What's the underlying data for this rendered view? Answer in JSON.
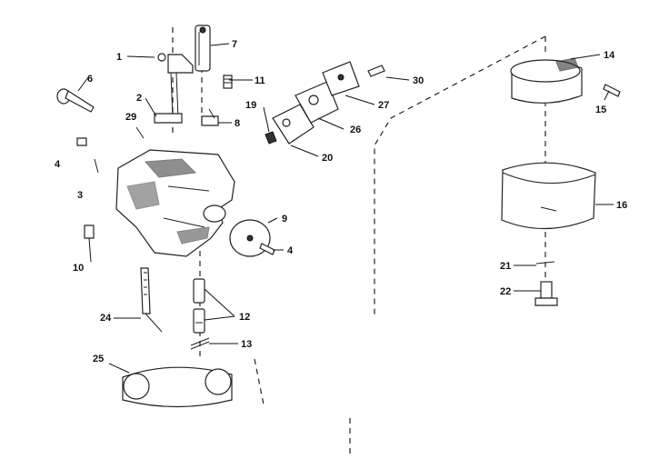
{
  "callouts": [
    {
      "id": "c1",
      "label": "1"
    },
    {
      "id": "c2",
      "label": "2"
    },
    {
      "id": "c3",
      "label": "3"
    },
    {
      "id": "c4a",
      "label": "4"
    },
    {
      "id": "c4b",
      "label": "4"
    },
    {
      "id": "c6",
      "label": "6"
    },
    {
      "id": "c7",
      "label": "7"
    },
    {
      "id": "c8",
      "label": "8"
    },
    {
      "id": "c9",
      "label": "9"
    },
    {
      "id": "c10",
      "label": "10"
    },
    {
      "id": "c11",
      "label": "11"
    },
    {
      "id": "c12",
      "label": "12"
    },
    {
      "id": "c13",
      "label": "13"
    },
    {
      "id": "c14",
      "label": "14"
    },
    {
      "id": "c15",
      "label": "15"
    },
    {
      "id": "c16",
      "label": "16"
    },
    {
      "id": "c19",
      "label": "19"
    },
    {
      "id": "c20",
      "label": "20"
    },
    {
      "id": "c21",
      "label": "21"
    },
    {
      "id": "c22",
      "label": "22"
    },
    {
      "id": "c24",
      "label": "24"
    },
    {
      "id": "c25",
      "label": "25"
    },
    {
      "id": "c26",
      "label": "26"
    },
    {
      "id": "c27",
      "label": "27"
    },
    {
      "id": "c29",
      "label": "29"
    },
    {
      "id": "c30",
      "label": "30"
    }
  ]
}
